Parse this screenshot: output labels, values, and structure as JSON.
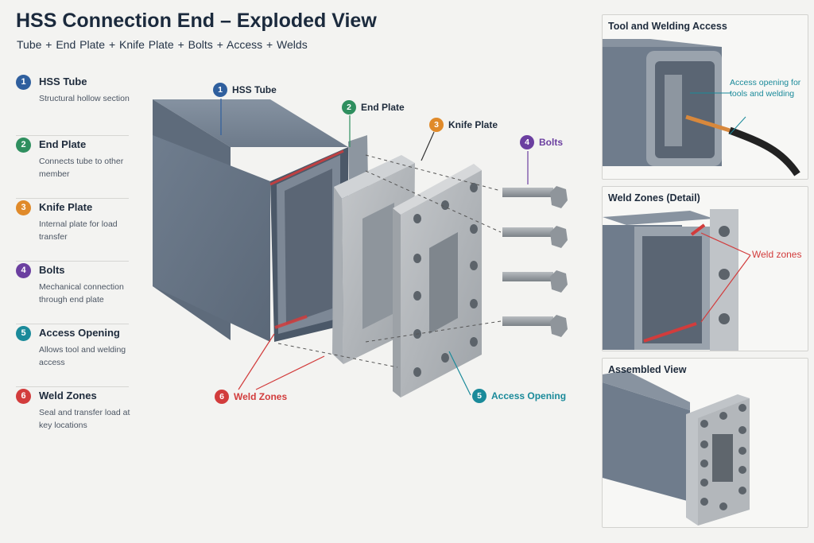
{
  "title": "HSS Connection End – Exploded View",
  "subtitle": "Tube  +  End Plate  +  Knife Plate  +  Bolts  +  Access  +  Welds",
  "colors": {
    "blue": "#2f5f9e",
    "green": "#2f8f5f",
    "orange": "#e08a2a",
    "purple": "#6b3fa0",
    "teal": "#1a8a9a",
    "red": "#d23c3c"
  },
  "legend": [
    {
      "num": "1",
      "title": "HSS Tube",
      "desc": "Structural hollow section",
      "color": "#2f5f9e"
    },
    {
      "num": "2",
      "title": "End Plate",
      "desc": "Connects tube to other member",
      "color": "#2f8f5f"
    },
    {
      "num": "3",
      "title": "Knife Plate",
      "desc": "Internal plate for load transfer",
      "color": "#e08a2a"
    },
    {
      "num": "4",
      "title": "Bolts",
      "desc": "Mechanical connection through end plate",
      "color": "#6b3fa0"
    },
    {
      "num": "5",
      "title": "Access Opening",
      "desc": "Allows tool and welding access",
      "color": "#1a8a9a"
    },
    {
      "num": "6",
      "title": "Weld Zones",
      "desc": "Seal and transfer load at key locations",
      "color": "#d23c3c"
    }
  ],
  "callouts": {
    "c1": {
      "num": "1",
      "label": "HSS Tube"
    },
    "c2": {
      "num": "2",
      "label": "End Plate"
    },
    "c3": {
      "num": "3",
      "label": "Knife Plate"
    },
    "c4": {
      "num": "4",
      "label": "Bolts"
    },
    "c5": {
      "num": "5",
      "label": "Access Opening"
    },
    "c6": {
      "num": "6",
      "label": "Weld Zones"
    }
  },
  "panels": {
    "tool": {
      "title": "Tool and Welding Access",
      "note": "Access opening for tools and welding"
    },
    "weld": {
      "title": "Weld Zones (Detail)",
      "note": "Weld zones"
    },
    "assembled": {
      "title": "Assembled View"
    }
  }
}
